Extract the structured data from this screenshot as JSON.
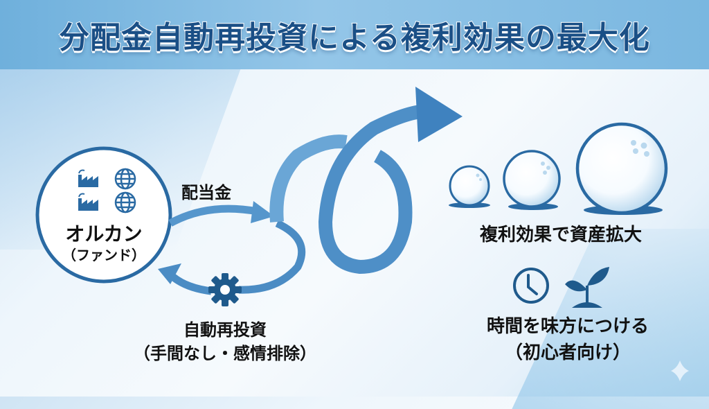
{
  "header": {
    "title": "分配金自動再投資による複利効果の最大化"
  },
  "fund": {
    "name": "オルカン",
    "subtitle": "（ファンド）",
    "icons": [
      "factory-icon",
      "globe-icon",
      "factory-icon",
      "globe-icon"
    ]
  },
  "flow": {
    "dividend_label": "配当金",
    "reinvest_label": "自動再投資",
    "reinvest_sub": "（手間なし・感情排除）",
    "reinvest_icon": "gear-icon"
  },
  "growth": {
    "snowball_count": 3,
    "label": "複利効果で資産拡大"
  },
  "time": {
    "icons": [
      "clock-icon",
      "sprout-icon"
    ],
    "label": "時間を味方につける",
    "sub": "（初心者向け）"
  },
  "colors": {
    "primary_dark": "#1f5a8c",
    "arrow_blue": "#4b8cc4",
    "header_blue": "#7fbbe2",
    "title_text": "#1a4f86"
  },
  "decor": {
    "corner_icon": "sparkle-icon"
  }
}
